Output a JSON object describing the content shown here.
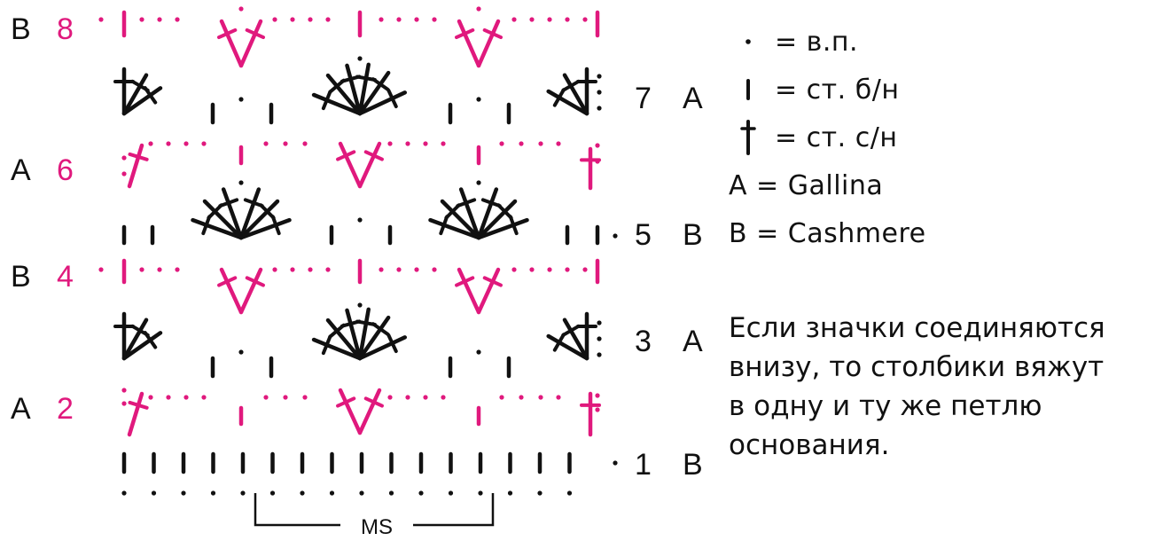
{
  "colors": {
    "black": "#111111",
    "pink": "#e0197d"
  },
  "rows_left": [
    {
      "yarn": "B",
      "number": "8"
    },
    {
      "yarn": "A",
      "number": "6"
    },
    {
      "yarn": "B",
      "number": "4"
    },
    {
      "yarn": "A",
      "number": "2"
    }
  ],
  "rows_right": [
    {
      "number": "7",
      "yarn": "A"
    },
    {
      "number": "5",
      "yarn": "B"
    },
    {
      "number": "3",
      "yarn": "A"
    },
    {
      "number": "1",
      "yarn": "B"
    }
  ],
  "repeat_label": "MS",
  "legend": {
    "items": [
      {
        "symbol": "dot-icon",
        "text": "= в.п."
      },
      {
        "symbol": "bar-icon",
        "text": "= ст. б/н"
      },
      {
        "symbol": "cross-icon",
        "text": "= ст. с/н"
      },
      {
        "symbol": "none",
        "text": "A = Gallina"
      },
      {
        "symbol": "none",
        "text": "B = Cashmere"
      }
    ]
  },
  "note": {
    "lines": [
      "Если значки соединяются",
      "внизу, то столбики вяжут",
      "в одну и ту же петлю",
      "основания."
    ]
  }
}
